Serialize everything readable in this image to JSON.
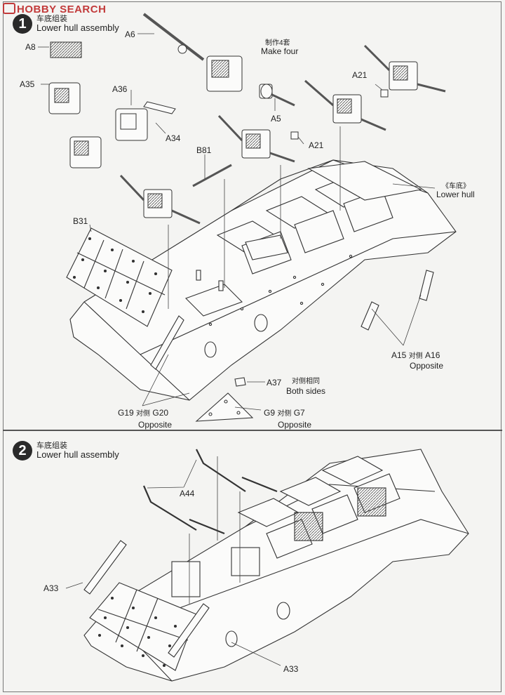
{
  "watermark": {
    "brand": "HOBBY SEARCH"
  },
  "steps": [
    {
      "number": "1",
      "title_cn": "车底组装",
      "title_en": "Lower hull assembly"
    },
    {
      "number": "2",
      "title_cn": "车底组装",
      "title_en": "Lower hull assembly"
    }
  ],
  "step1": {
    "make_four_cn": "制作4套",
    "make_four_en": "Make four",
    "lower_hull_cn": "《车底》",
    "lower_hull_en": "Lower hull",
    "parts": {
      "A6": "A6",
      "A8": "A8",
      "A35": "A35",
      "A36": "A36",
      "A34": "A34",
      "A5": "A5",
      "A21a": "A21",
      "A21b": "A21",
      "B81": "B81",
      "B31": "B31",
      "A15": "A15",
      "A16": "A16",
      "A37": "A37",
      "G19": "G19",
      "G20": "G20",
      "G9": "G9",
      "G7": "G7"
    },
    "opposite_cn": "对侧",
    "opposite_en": "Opposite",
    "both_sides_cn": "对侧相同",
    "both_sides_en": "Both sides"
  },
  "step2": {
    "parts": {
      "A44": "A44",
      "A33a": "A33",
      "A33b": "A33"
    }
  }
}
